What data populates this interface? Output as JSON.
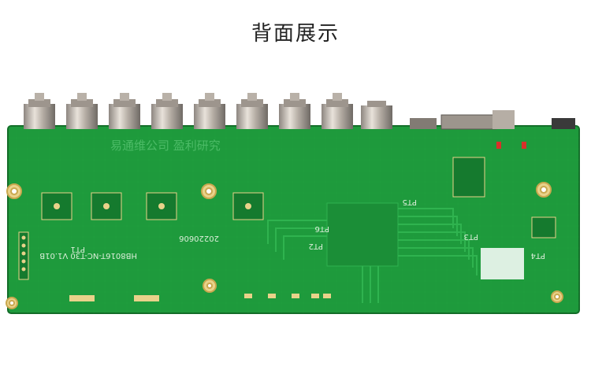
{
  "page": {
    "title": "背面展示"
  },
  "board": {
    "silkscreen": {
      "model_line": "HB8016T-NC-T30 V1.01B",
      "date_code": "20220606",
      "labels": [
        "PT1",
        "PT2",
        "PT3",
        "PT4",
        "PT5",
        "PT6"
      ]
    },
    "watermark": "易通维公司 盈利研究",
    "colors": {
      "pcb_green": "#1e9a3c",
      "pcb_dark": "#157a2e",
      "trace": "#2fb34f",
      "pad_gold": "#e9d28a",
      "connector_metal": "#cfc6bb",
      "connector_dark": "#6f6a65"
    }
  }
}
